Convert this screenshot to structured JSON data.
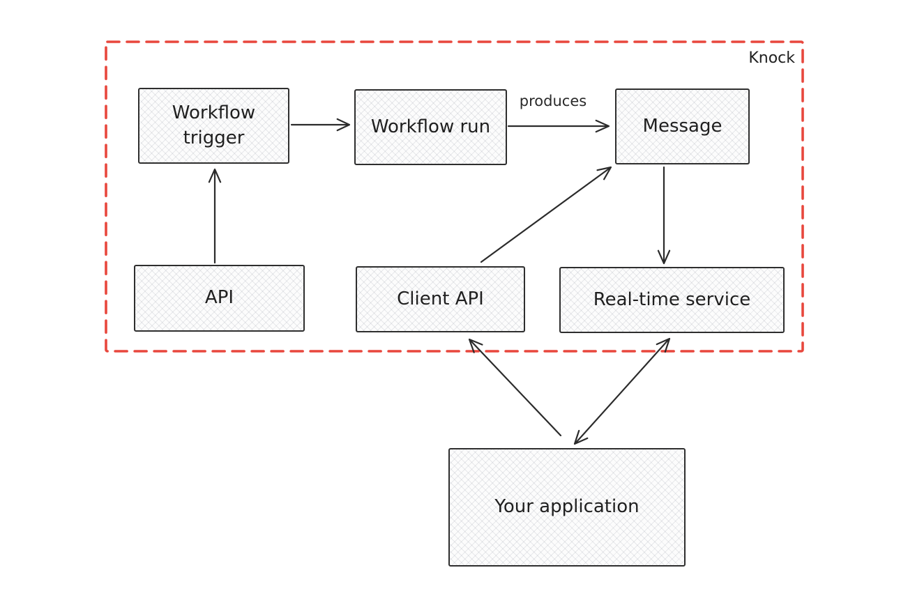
{
  "diagram": {
    "group_label": "Knock",
    "nodes": [
      {
        "id": "workflow-trigger",
        "label": "Workflow trigger"
      },
      {
        "id": "workflow-run",
        "label": "Workflow run"
      },
      {
        "id": "message",
        "label": "Message"
      },
      {
        "id": "api",
        "label": "API"
      },
      {
        "id": "client-api",
        "label": "Client API"
      },
      {
        "id": "real-time-service",
        "label": "Real-time service"
      },
      {
        "id": "your-application",
        "label": "Your application"
      }
    ],
    "edges": [
      {
        "from": "Workflow trigger",
        "to": "Workflow run",
        "label": "",
        "bidirectional": false
      },
      {
        "from": "Workflow run",
        "to": "Message",
        "label": "produces",
        "bidirectional": false
      },
      {
        "from": "API",
        "to": "Workflow trigger",
        "label": "",
        "bidirectional": false
      },
      {
        "from": "Client API",
        "to": "Message",
        "label": "",
        "bidirectional": false
      },
      {
        "from": "Message",
        "to": "Real-time service",
        "label": "",
        "bidirectional": false
      },
      {
        "from": "Your application",
        "to": "Client API",
        "label": "",
        "bidirectional": false
      },
      {
        "from": "Real-time service",
        "to": "Your application",
        "label": "",
        "bidirectional": true
      }
    ],
    "colors": {
      "group_border": "#e8473d",
      "node_border": "#2e2e2e",
      "node_fill": "#fcfcfc",
      "arrow": "#2b2b2b",
      "text": "#1f1f1f"
    }
  }
}
